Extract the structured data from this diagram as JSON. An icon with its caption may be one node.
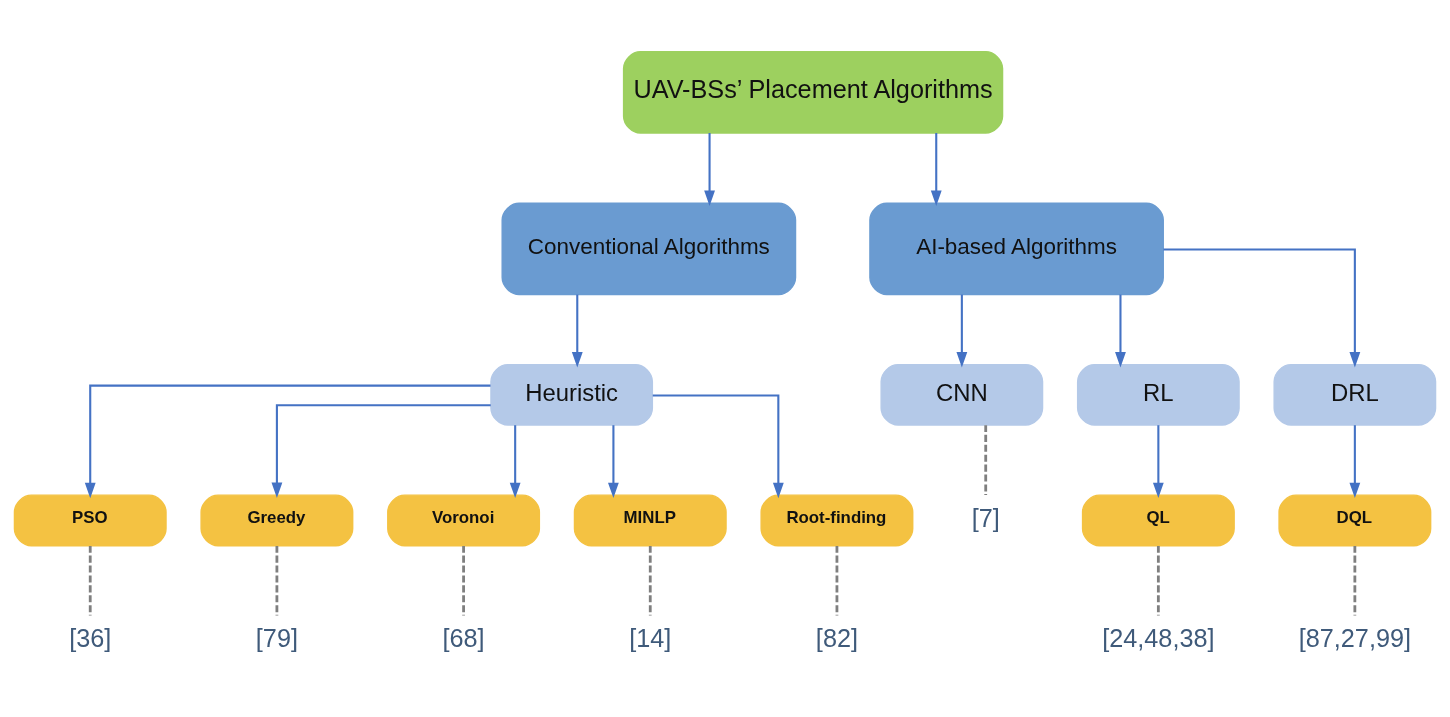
{
  "diagram": {
    "nodes": [
      {
        "text": [
          "UAV-BSs’ Placement Algorithms"
        ]
      },
      {
        "text": [
          "Conventional Algorithms"
        ]
      },
      {
        "text": [
          "AI-based Algorithms"
        ]
      },
      {
        "text": [
          "Heuristic"
        ]
      },
      {
        "text": [
          "CNN"
        ]
      },
      {
        "text": [
          "RL"
        ]
      },
      {
        "text": [
          "DRL"
        ]
      },
      {
        "text": [
          "PSO"
        ]
      },
      {
        "text": [
          "Greedy"
        ]
      },
      {
        "text": [
          "Voronoi"
        ]
      },
      {
        "text": [
          "MINLP"
        ]
      },
      {
        "text": [
          "Root-finding"
        ]
      },
      {
        "text": [
          "QL"
        ]
      },
      {
        "text": [
          "DQL"
        ]
      },
      {
        "text": [
          "[36]"
        ]
      },
      {
        "text": [
          "[79]"
        ]
      },
      {
        "text": [
          "[68]"
        ]
      },
      {
        "text": [
          "[14]"
        ]
      },
      {
        "text": [
          "[82]"
        ]
      },
      {
        "text": [
          "[7]"
        ]
      },
      {
        "text": [
          "[24,48,38]"
        ]
      },
      {
        "text": [
          "[87,27,99]"
        ]
      }
    ],
    "edges": [
      {
        "from": 0,
        "to": 1,
        "arrow": "to"
      },
      {
        "from": 0,
        "to": 2,
        "arrow": "to"
      },
      {
        "from": 1,
        "to": 3,
        "arrow": "to"
      },
      {
        "from": 2,
        "to": 4,
        "arrow": "to"
      },
      {
        "from": 2,
        "to": 5,
        "arrow": "to"
      },
      {
        "from": 2,
        "to": 6,
        "arrow": "to"
      },
      {
        "from": 3,
        "to": 7,
        "arrow": "to"
      },
      {
        "from": 3,
        "to": 8,
        "arrow": "to"
      },
      {
        "from": 3,
        "to": 9,
        "arrow": "to"
      },
      {
        "from": 3,
        "to": 10,
        "arrow": "to"
      },
      {
        "from": 3,
        "to": 11,
        "arrow": "to"
      },
      {
        "from": 5,
        "to": 12,
        "arrow": "to"
      },
      {
        "from": 6,
        "to": 13,
        "arrow": "to"
      },
      {
        "from": 7,
        "to": 14,
        "arrow": "none",
        "style": "dashed",
        "color": "#7f7f7f"
      },
      {
        "from": 8,
        "to": 15,
        "arrow": "none",
        "style": "dashed",
        "color": "#7f7f7f"
      },
      {
        "from": 9,
        "to": 16,
        "arrow": "none",
        "style": "dashed",
        "color": "#7f7f7f"
      },
      {
        "from": 10,
        "to": 17,
        "arrow": "none",
        "style": "dashed",
        "color": "#7f7f7f"
      },
      {
        "from": 11,
        "to": 18,
        "arrow": "none",
        "style": "dashed",
        "color": "#7f7f7f"
      },
      {
        "from": 4,
        "to": 19,
        "arrow": "none",
        "style": "dashed",
        "color": "#7f7f7f"
      },
      {
        "from": 12,
        "to": 20,
        "arrow": "none",
        "style": "dashed",
        "color": "#7f7f7f"
      },
      {
        "from": 13,
        "to": 21,
        "arrow": "none",
        "style": "dashed",
        "color": "#7f7f7f"
      }
    ]
  }
}
